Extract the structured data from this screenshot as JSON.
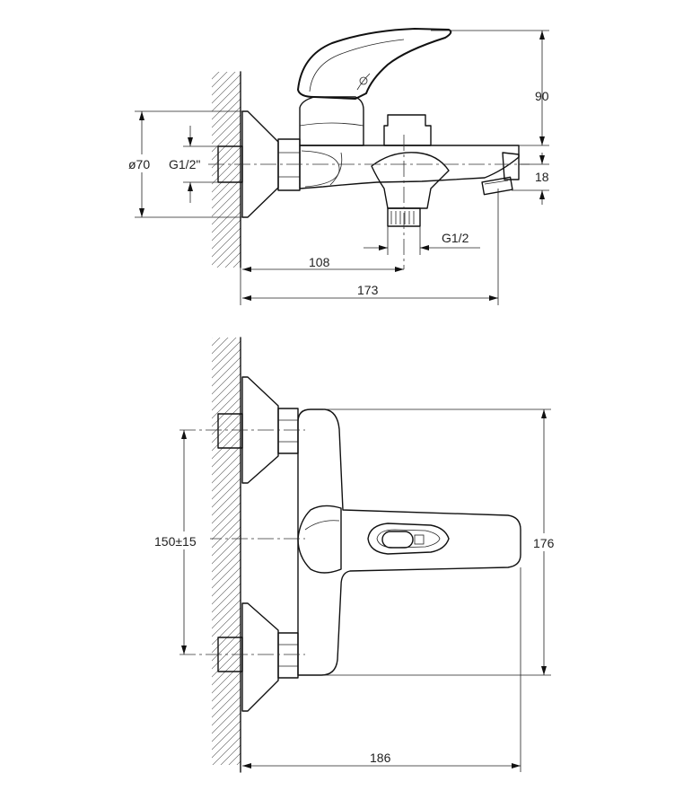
{
  "drawing": {
    "top_view": {
      "dims": {
        "height_total": "90",
        "flange_diameter": "ø70",
        "inlet_thread": "G1/2\"",
        "outlet_thread": "G1/2",
        "spout_height": "18",
        "outlet_offset": "108",
        "total_length": "173"
      }
    },
    "front_view": {
      "dims": {
        "inlet_spacing": "150±15",
        "body_height": "176",
        "total_depth": "186"
      }
    }
  }
}
